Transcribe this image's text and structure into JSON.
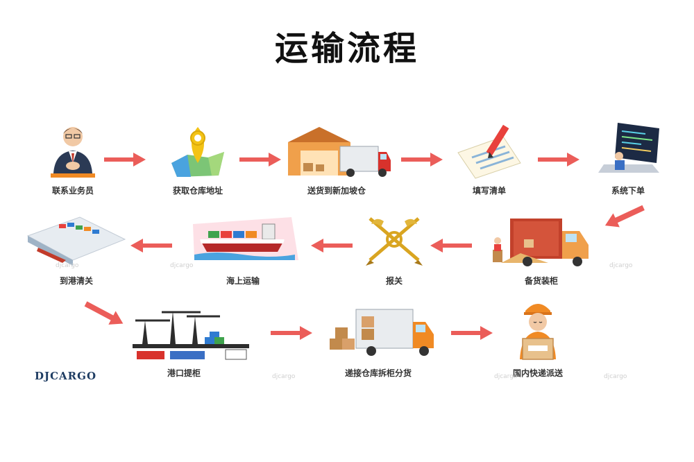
{
  "title": "运输流程",
  "steps": [
    {
      "label": "联系业务员",
      "icon": "salesperson-icon"
    },
    {
      "label": "获取仓库地址",
      "icon": "map-pin-icon"
    },
    {
      "label": "送货到新加坡仓",
      "icon": "warehouse-truck-icon"
    },
    {
      "label": "填写清单",
      "icon": "form-pencil-icon"
    },
    {
      "label": "系统下单",
      "icon": "laptop-icon"
    },
    {
      "label": "备货装柜",
      "icon": "loading-truck-icon"
    },
    {
      "label": "报关",
      "icon": "customs-emblem-icon"
    },
    {
      "label": "海上运输",
      "icon": "cargo-ship-icon"
    },
    {
      "label": "到港清关",
      "icon": "port-icon"
    },
    {
      "label": "港口提柜",
      "icon": "crane-dock-icon"
    },
    {
      "label": "递接仓库拆柜分货",
      "icon": "box-truck-icon"
    },
    {
      "label": "国内快递派送",
      "icon": "courier-icon"
    }
  ],
  "brand": "DJCARGO",
  "watermark": "djcargo",
  "colors": {
    "arrow": "#e8413c",
    "accent_orange": "#f08a24",
    "brand_blue": "#1f3d63"
  }
}
